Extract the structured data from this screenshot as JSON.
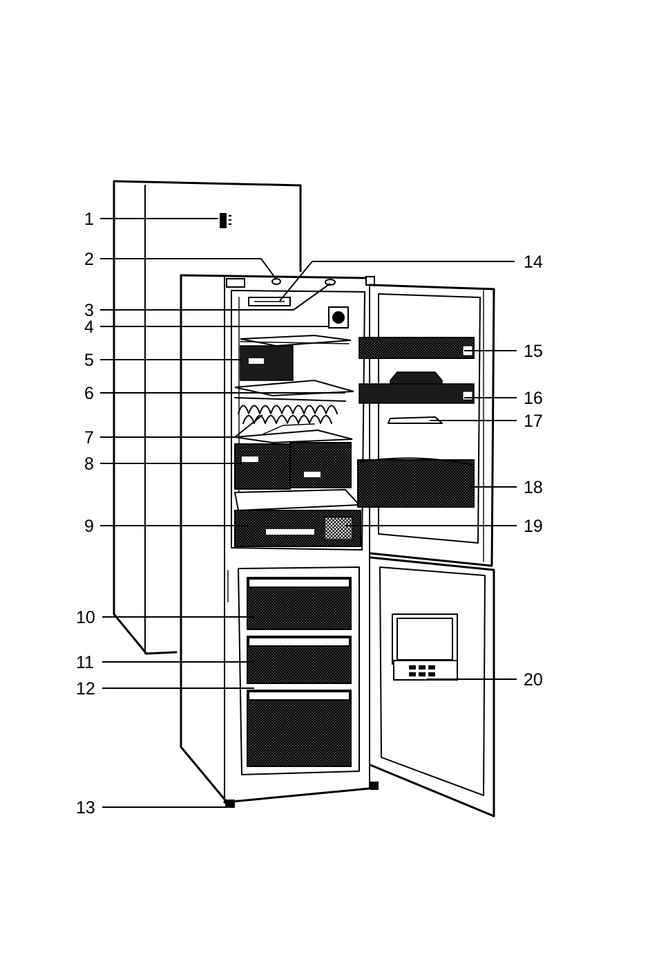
{
  "callouts_left": [
    {
      "id": "1",
      "label": "1"
    },
    {
      "id": "2",
      "label": "2"
    },
    {
      "id": "3",
      "label": "3"
    },
    {
      "id": "4",
      "label": "4"
    },
    {
      "id": "5",
      "label": "5"
    },
    {
      "id": "6",
      "label": "6"
    },
    {
      "id": "7",
      "label": "7"
    },
    {
      "id": "8",
      "label": "8"
    },
    {
      "id": "9",
      "label": "9"
    },
    {
      "id": "10",
      "label": "10"
    },
    {
      "id": "11",
      "label": "11"
    },
    {
      "id": "12",
      "label": "12"
    },
    {
      "id": "13",
      "label": "13"
    }
  ],
  "callouts_right": [
    {
      "id": "14",
      "label": "14"
    },
    {
      "id": "15",
      "label": "15"
    },
    {
      "id": "16",
      "label": "16"
    },
    {
      "id": "17",
      "label": "17"
    },
    {
      "id": "18",
      "label": "18"
    },
    {
      "id": "19",
      "label": "19"
    },
    {
      "id": "20",
      "label": "20"
    }
  ],
  "colors": {
    "ink": "#000000",
    "paper": "#ffffff"
  }
}
